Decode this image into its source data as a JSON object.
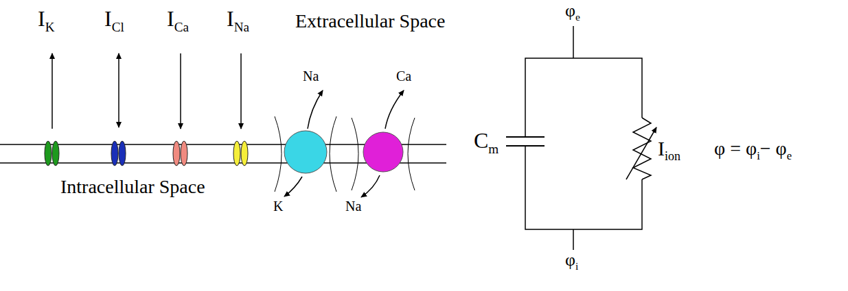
{
  "diagram": {
    "labels": [
      "I",
      "K",
      "I",
      "Cl",
      "I",
      "Ca",
      "I",
      "Na",
      "Extracellular Space",
      "Na",
      "Ca",
      "Intracellular Space",
      "K",
      "Na",
      "C",
      "m",
      "I",
      "ion",
      "φ",
      "e",
      "φ",
      "i",
      "φ = φ",
      "i",
      "− φ",
      "e"
    ]
  }
}
